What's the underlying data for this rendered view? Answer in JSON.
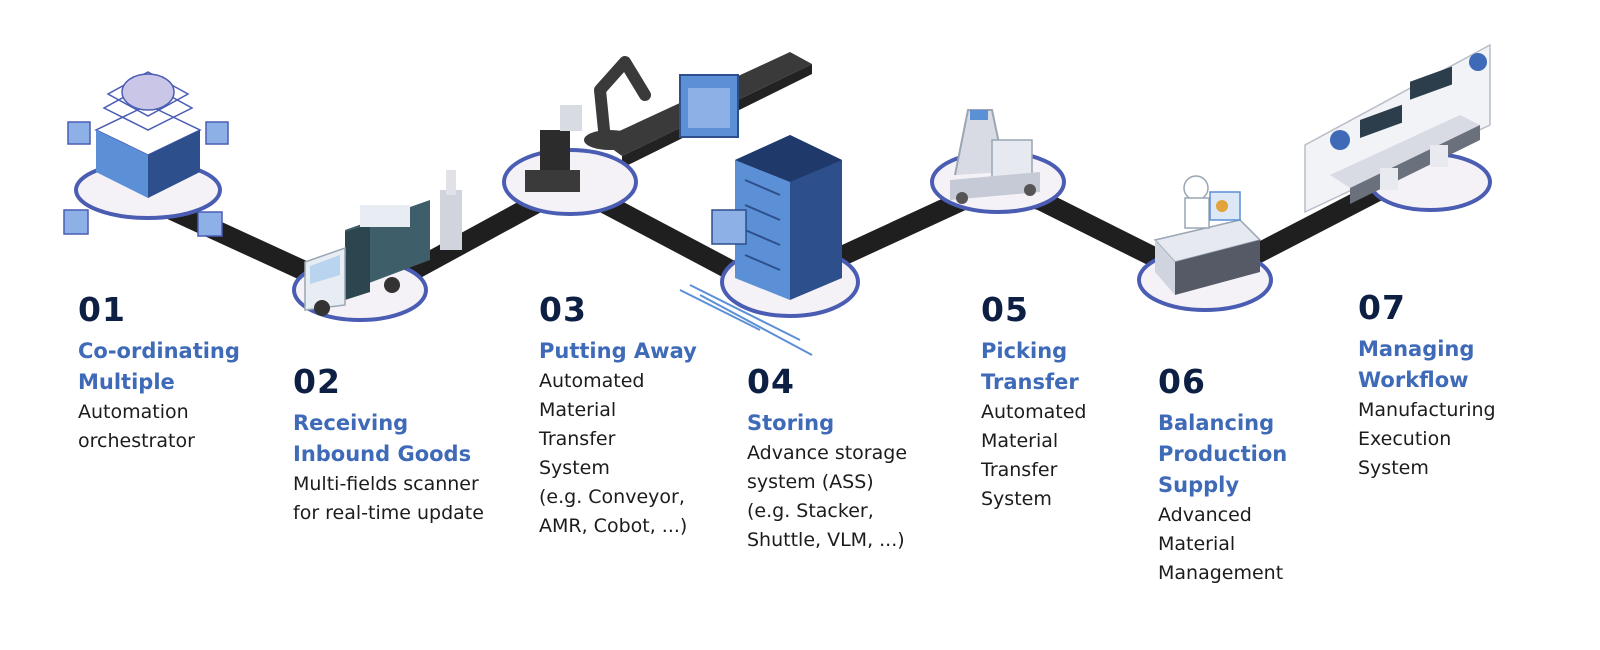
{
  "colors": {
    "number": "#0e1f44",
    "title_accent": "#3f6ab8",
    "text": "#1c1c1c",
    "track": "#1f1f1f",
    "platform_top": "#f4f1f7",
    "platform_edge": "#4a5db3",
    "machine_blue": "#5b8fd6",
    "machine_dark": "#2d4f8c"
  },
  "steps": [
    {
      "number": "01",
      "title": [
        "Co-ordinating",
        "Multiple"
      ],
      "description": [
        "Automation",
        "orchestrator"
      ],
      "icon": "ai-brain-orchestrator-icon"
    },
    {
      "number": "02",
      "title": [
        "Receiving",
        "Inbound Goods"
      ],
      "description": [
        "Multi-fields scanner",
        "for real-time update"
      ],
      "icon": "delivery-truck-icon"
    },
    {
      "number": "03",
      "title": [
        "Putting Away"
      ],
      "description": [
        "Automated",
        "Material",
        "Transfer",
        "System",
        "(e.g. Conveyor,",
        "AMR, Cobot, ...)"
      ],
      "icon": "robot-arm-conveyor-icon"
    },
    {
      "number": "04",
      "title": [
        "Storing"
      ],
      "description": [
        "Advance storage",
        "system (ASS)",
        "(e.g. Stacker,",
        "Shuttle, VLM, ...)"
      ],
      "icon": "storage-tower-icon"
    },
    {
      "number": "05",
      "title": [
        "Picking",
        "Transfer"
      ],
      "description": [
        "Automated",
        "Material",
        "Transfer",
        "System"
      ],
      "icon": "agv-robot-icon"
    },
    {
      "number": "06",
      "title": [
        "Balancing",
        "Production",
        "Supply"
      ],
      "description": [
        "Advanced",
        "Material",
        "Management"
      ],
      "icon": "production-workstation-icon"
    },
    {
      "number": "07",
      "title": [
        "Managing",
        "Workflow"
      ],
      "description": [
        "Manufacturing",
        "Execution",
        "System"
      ],
      "icon": "control-room-icon"
    }
  ]
}
